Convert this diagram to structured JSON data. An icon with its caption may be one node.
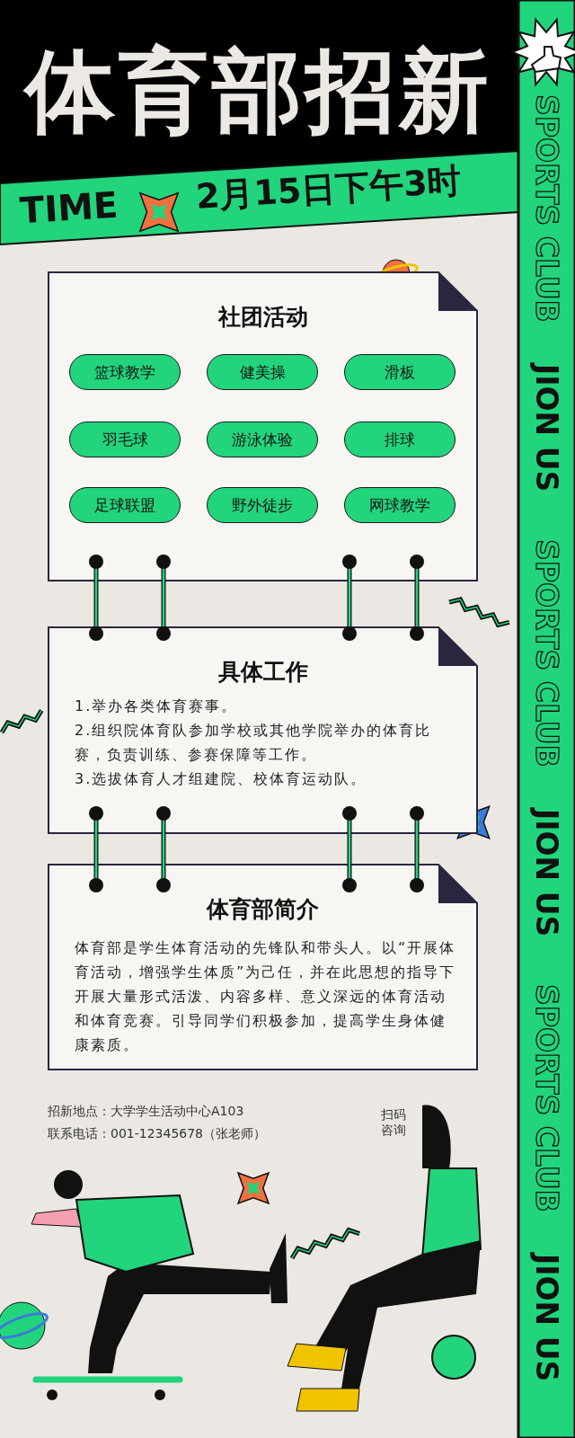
{
  "diagram": {
    "title": "体育部招新",
    "nodes": [
      {
        "text": [
          "社团活动"
        ]
      },
      {
        "text": [
          "篮球教学"
        ],
        "in": 0
      },
      {
        "text": [
          "健美操"
        ],
        "in": 0
      },
      {
        "text": [
          "滑板"
        ],
        "in": 0
      },
      {
        "text": [
          "羽毛球"
        ],
        "in": 0
      },
      {
        "text": [
          "游泳体验"
        ],
        "in": 0
      },
      {
        "text": [
          "排球"
        ],
        "in": 0
      },
      {
        "text": [
          "足球联盟"
        ],
        "in": 0
      },
      {
        "text": [
          "野外徒步"
        ],
        "in": 0
      },
      {
        "text": [
          "网球教学"
        ],
        "in": 0
      },
      {
        "text": [
          "具体工作",
          "1.举办各类体育赛事。",
          "2.组织院体育队参加学校或其他学院举办的体育比赛，负责训练、参赛保障等工作。",
          "3.选拔体育人才组建院、校体育运动队。"
        ]
      },
      {
        "text": [
          "体育部简介",
          "体育部是学生体育活动的先锋队和带头人。以“开展体育活动，增强学生体质”为己任，并在此思想的指导下开展大量形式活泼、内容多样、意义深远的体育活动和体育竞赛。引导同学们积极参加，提高学生身体健康素质。"
        ]
      }
    ],
    "labels": [
      "TIME",
      "2月15日下午3时",
      "招新地点：大学学生活动中心A103",
      "联系电话：001-12345678（张老师）",
      "扫码咨询",
      "SPORTS CLUB",
      "JION US",
      "SPORTS CLUB",
      "JION US",
      "SPORTS CLUB",
      "JION US"
    ]
  }
}
